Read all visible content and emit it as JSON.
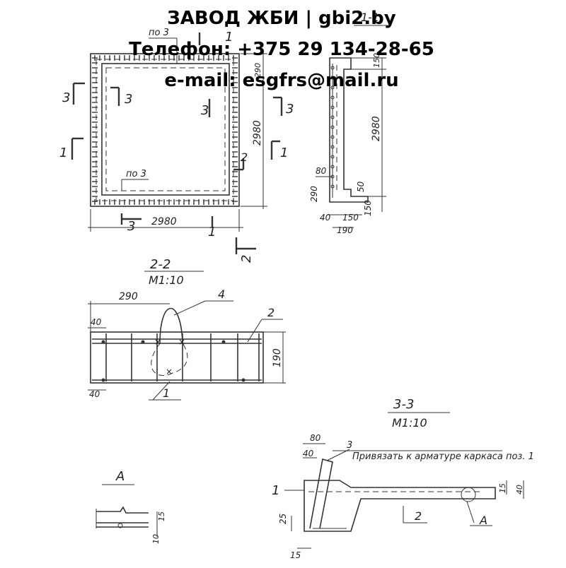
{
  "watermark": {
    "line1": "ЗАВОД ЖБИ | gbi2.by",
    "line2": "Телефон: +375 29 134-28-65",
    "line3": "e-mail: esgfrs@mail.ru"
  },
  "plan": {
    "pos3_label_top": "по 3",
    "pos3_label_inner": "по 3",
    "dim_width": "2980",
    "dim_height": "2980",
    "dim_corner": "290",
    "cut_1": "1",
    "cut_2": "2",
    "cut_3": "3"
  },
  "section_1_1": {
    "title": "1-1",
    "dim_height": "2980",
    "dim_top": "150",
    "dim_bottom_side": "290",
    "dim_80": "80",
    "dim_50": "50",
    "dim_150": "150",
    "dim_40": "40",
    "dim_150b": "150",
    "dim_190": "190"
  },
  "section_2_2": {
    "title": "2-2",
    "scale": "М1:10",
    "dim_290": "290",
    "dim_40_top": "40",
    "dim_190": "190",
    "dim_40_bottom": "40",
    "leader_4": "4",
    "leader_2": "2",
    "leader_1": "1"
  },
  "section_3_3": {
    "title": "3-3",
    "scale": "М1:10",
    "note": "Привязать к арматуре каркаса поз. 1",
    "dim_80": "80",
    "dim_40": "40",
    "dim_25": "25",
    "dim_15": "15",
    "dim_15b": "15",
    "dim_40b": "40",
    "leader_3": "3",
    "leader_1": "1",
    "leader_2": "2",
    "leader_A": "А"
  },
  "detail_A": {
    "title": "А",
    "dim_15": "15",
    "dim_10": "10"
  }
}
